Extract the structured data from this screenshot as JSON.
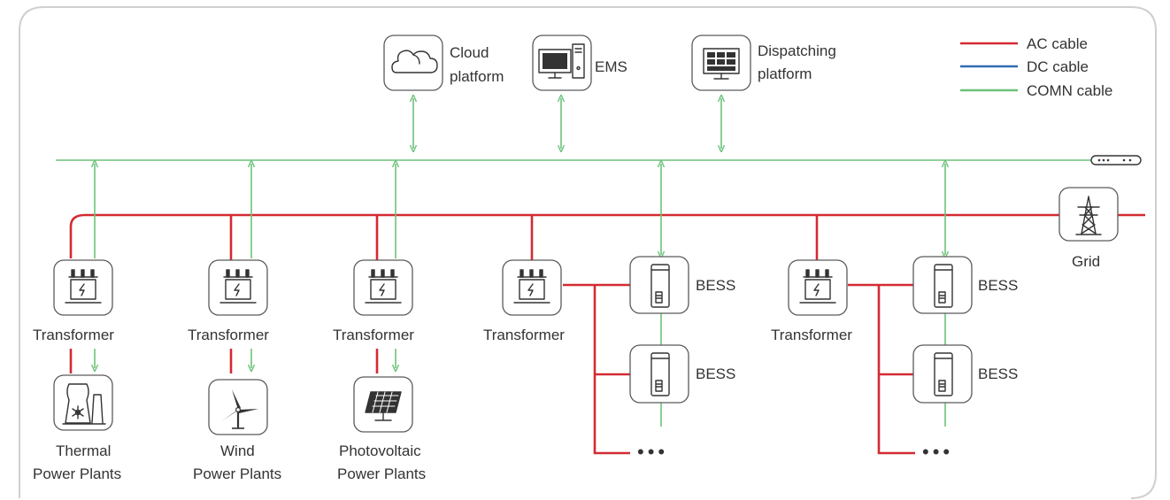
{
  "legend": {
    "items": [
      {
        "label": "AC cable",
        "color": "#d42a33"
      },
      {
        "label": "DC cable",
        "color": "#2e6db4"
      },
      {
        "label": "COMN cable",
        "color": "#6cc27a"
      }
    ]
  },
  "top_nodes": {
    "cloud": {
      "line1": "Cloud",
      "line2": "platform"
    },
    "ems": {
      "label": "EMS"
    },
    "dispatch": {
      "line1": "Dispatching",
      "line2": "platform"
    }
  },
  "grid": {
    "label": "Grid"
  },
  "transformers": [
    {
      "label": "Transformer"
    },
    {
      "label": "Transformer"
    },
    {
      "label": "Transformer"
    },
    {
      "label": "Transformer"
    },
    {
      "label": "Transformer"
    }
  ],
  "plants": [
    {
      "line1": "Thermal",
      "line2": "Power Plants",
      "icon": "thermal-plant-icon"
    },
    {
      "line1": "Wind",
      "line2": "Power Plants",
      "icon": "wind-turbine-icon"
    },
    {
      "line1": "Photovoltaic",
      "line2": "Power Plants",
      "icon": "solar-panel-icon"
    }
  ],
  "bess": [
    {
      "label": "BESS"
    },
    {
      "label": "BESS"
    },
    {
      "label": "BESS"
    },
    {
      "label": "BESS"
    }
  ],
  "continuation": {
    "symbol": "•••"
  },
  "colors": {
    "ac": "#d42a33",
    "comn": "#6cc27a",
    "frame": "#cfcfcf",
    "icon": "#333333"
  }
}
